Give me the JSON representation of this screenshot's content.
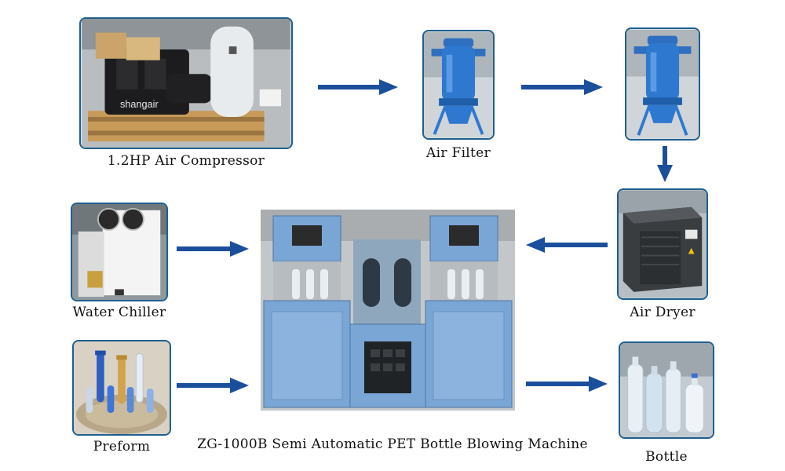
{
  "colors": {
    "arrow": "#1b4f9c",
    "frame_border": "#1f5f8f",
    "machine_blue": "#7aa6d6"
  },
  "nodes": {
    "air_compressor": {
      "label": "1.2HP Air Compressor",
      "brand": "shangair"
    },
    "air_filter": {
      "label": "Air Filter"
    },
    "air_filter_2": {
      "label": ""
    },
    "air_dryer": {
      "label": "Air  Dryer"
    },
    "water_chiller": {
      "label": "Water  Chiller"
    },
    "preform": {
      "label": "Preform"
    },
    "bottle": {
      "label": "Bottle"
    },
    "machine": {
      "label": "ZG-1000B Semi Automatic PET Bottle Blowing Machine"
    }
  },
  "edges": [
    {
      "from": "air_compressor",
      "to": "air_filter",
      "direction": "right"
    },
    {
      "from": "air_filter",
      "to": "air_filter_2",
      "direction": "right"
    },
    {
      "from": "air_filter_2",
      "to": "air_dryer",
      "direction": "down"
    },
    {
      "from": "air_dryer",
      "to": "machine",
      "direction": "left"
    },
    {
      "from": "water_chiller",
      "to": "machine",
      "direction": "right"
    },
    {
      "from": "preform",
      "to": "machine",
      "direction": "right"
    },
    {
      "from": "machine",
      "to": "bottle",
      "direction": "right"
    }
  ]
}
